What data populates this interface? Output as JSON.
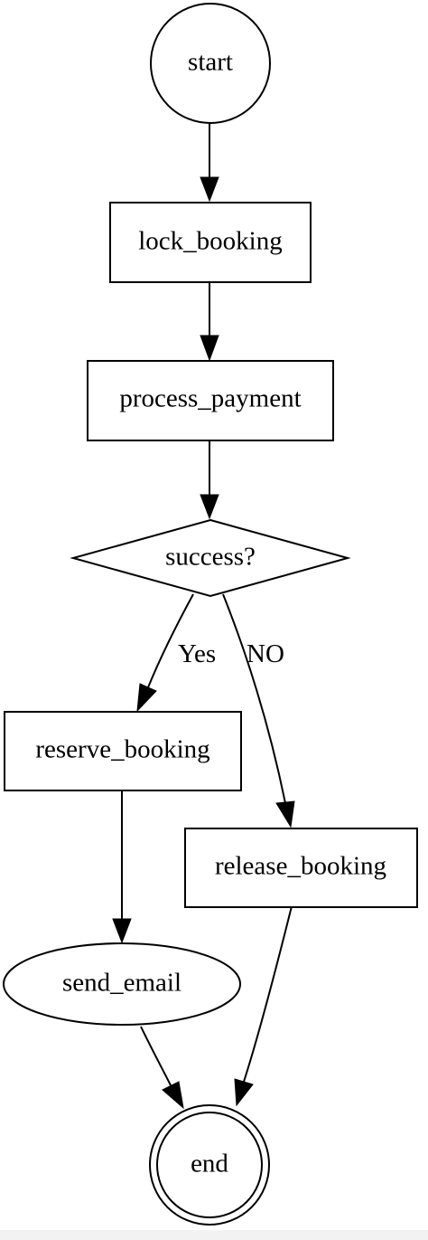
{
  "nodes": {
    "start": {
      "label": "start",
      "shape": "circle"
    },
    "lock_booking": {
      "label": "lock_booking",
      "shape": "box"
    },
    "process_payment": {
      "label": "process_payment",
      "shape": "box"
    },
    "success": {
      "label": "success?",
      "shape": "diamond"
    },
    "reserve_booking": {
      "label": "reserve_booking",
      "shape": "box"
    },
    "release_booking": {
      "label": "release_booking",
      "shape": "box"
    },
    "send_email": {
      "label": "send_email",
      "shape": "ellipse"
    },
    "end": {
      "label": "end",
      "shape": "doublecircle"
    }
  },
  "edges": {
    "start_to_lock": {
      "from": "start",
      "to": "lock_booking",
      "label": ""
    },
    "lock_to_process": {
      "from": "lock_booking",
      "to": "process_payment",
      "label": ""
    },
    "process_to_success": {
      "from": "process_payment",
      "to": "success",
      "label": ""
    },
    "success_to_reserve": {
      "from": "success",
      "to": "reserve_booking",
      "label": "Yes"
    },
    "success_to_release": {
      "from": "success",
      "to": "release_booking",
      "label": "NO"
    },
    "reserve_to_email": {
      "from": "reserve_booking",
      "to": "send_email",
      "label": ""
    },
    "email_to_end": {
      "from": "send_email",
      "to": "end",
      "label": ""
    },
    "release_to_end": {
      "from": "release_booking",
      "to": "end",
      "label": ""
    }
  },
  "colors": {
    "stroke": "#000000",
    "fill": "#ffffff",
    "text": "#000000"
  }
}
